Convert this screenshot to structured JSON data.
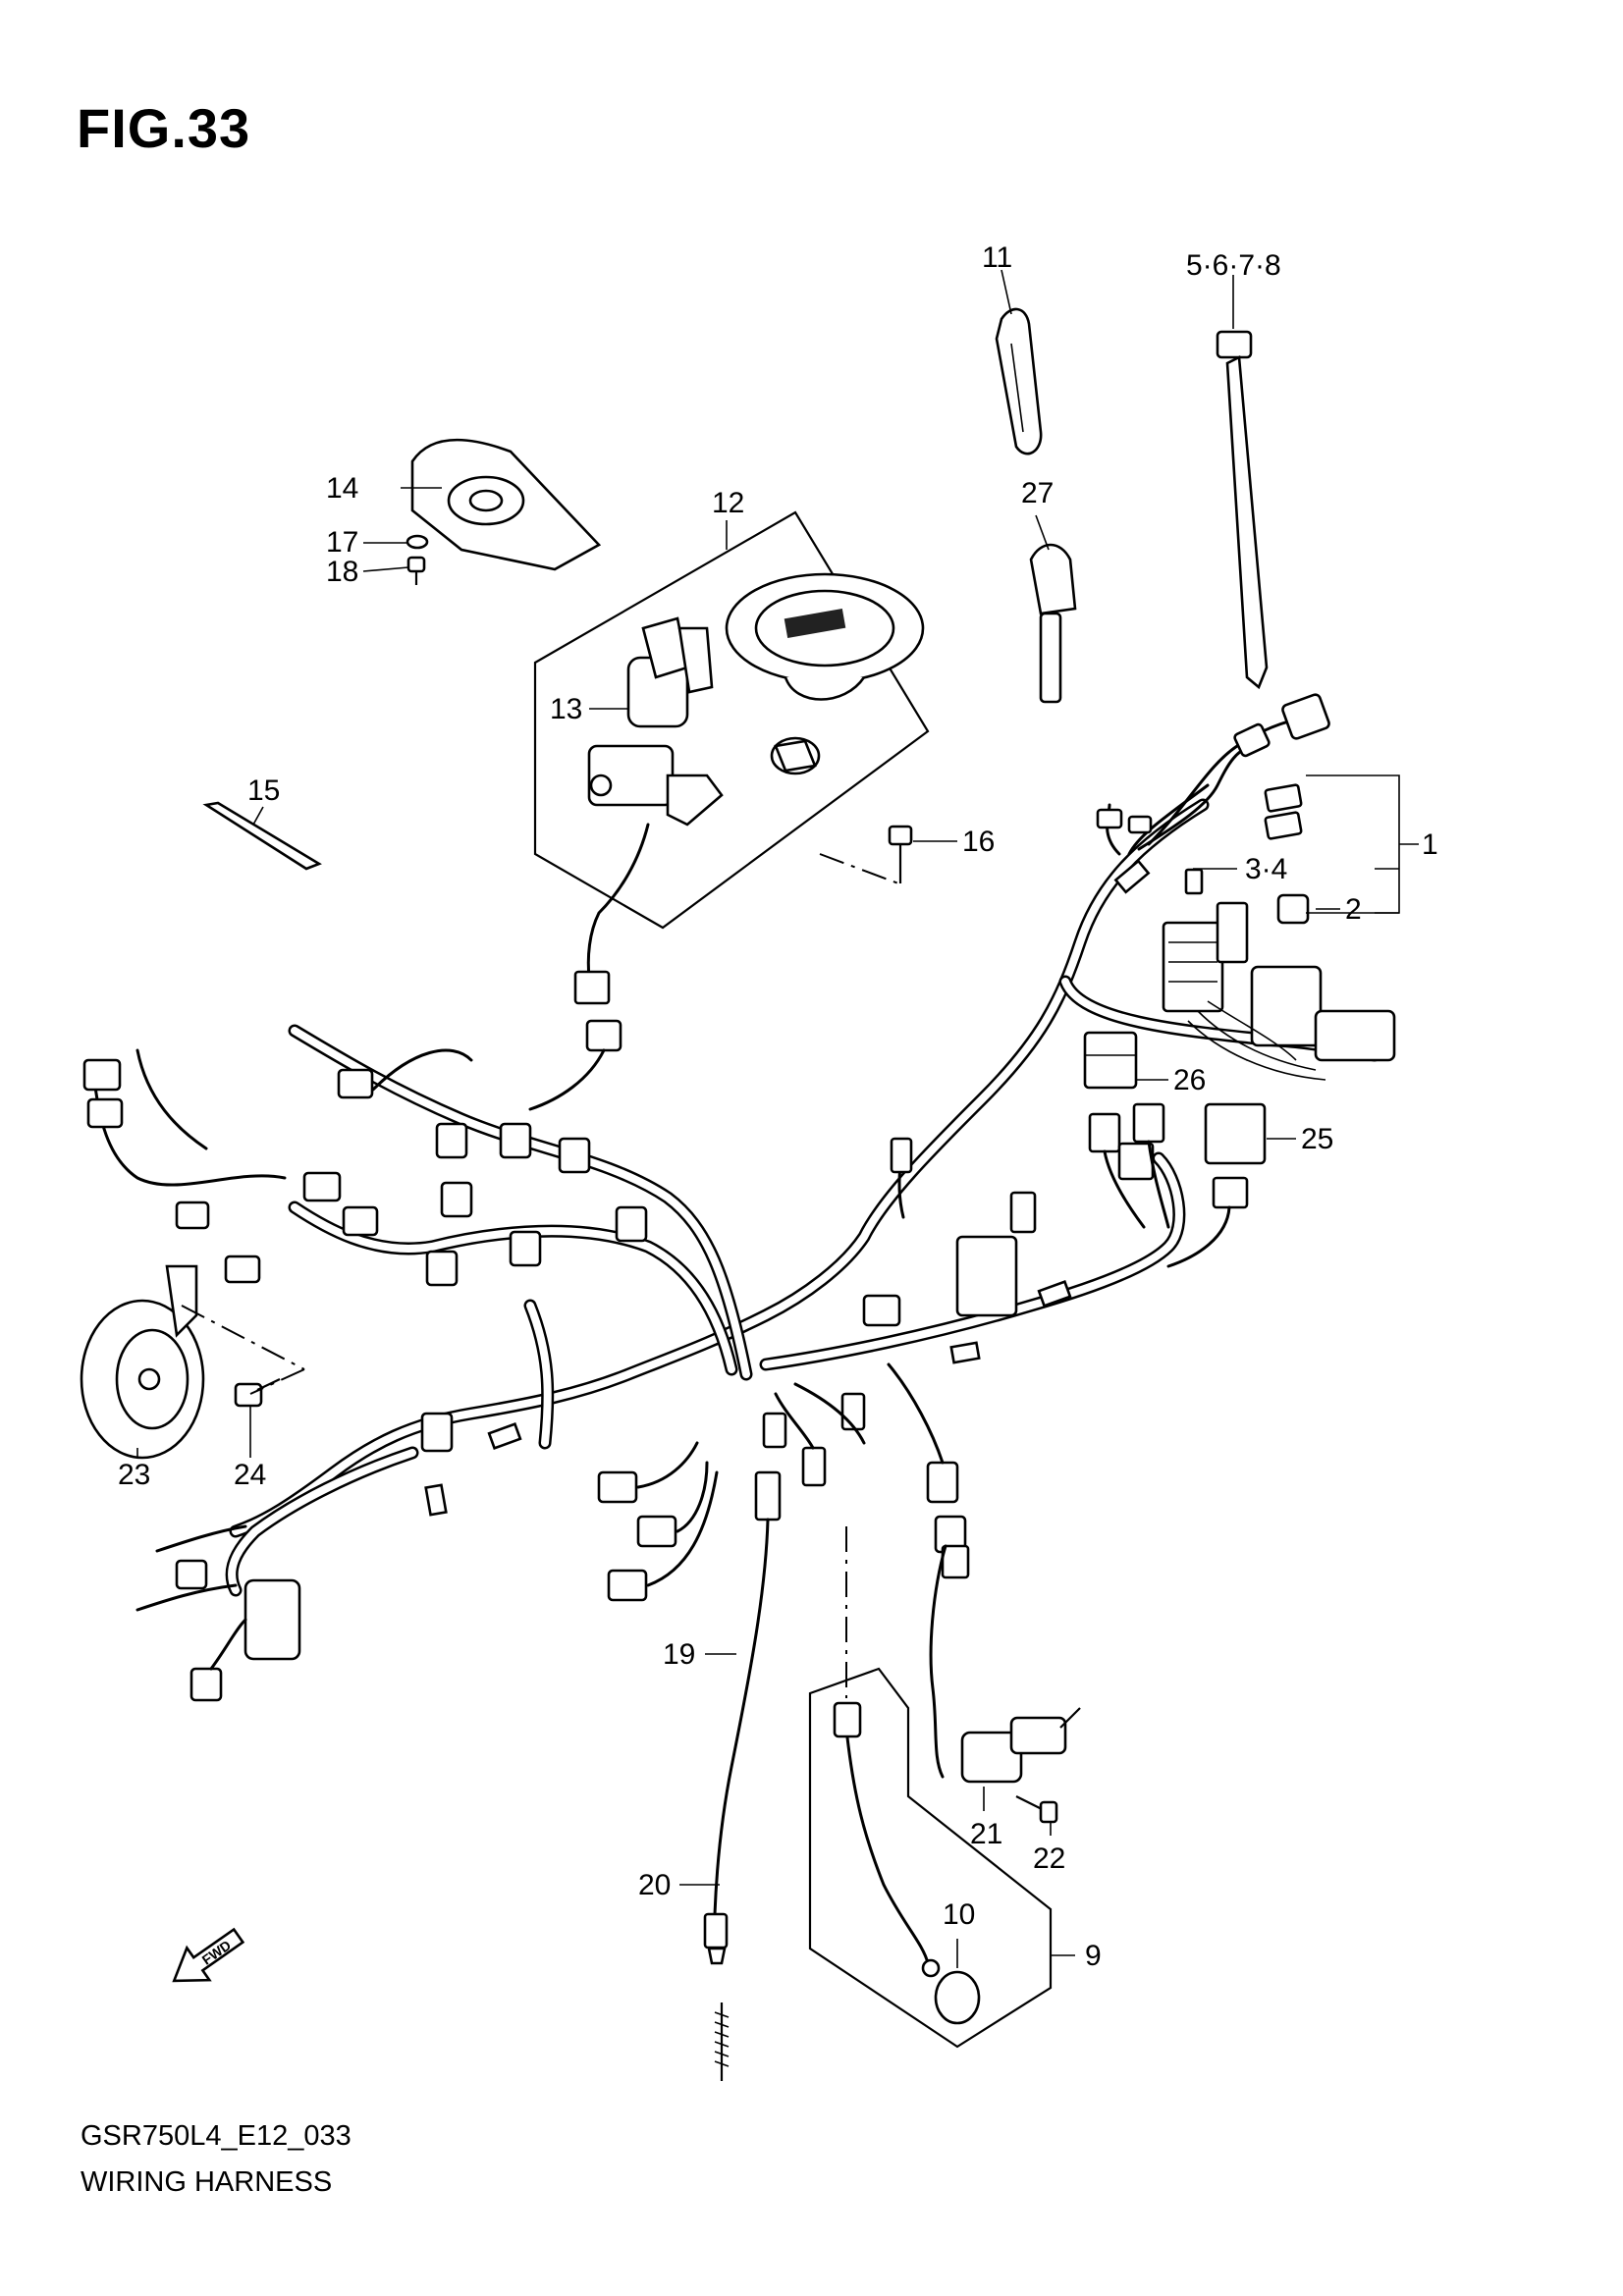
{
  "figure": {
    "title": "FIG.33",
    "code": "GSR750L4_E12_033",
    "name": "WIRING HARNESS",
    "direction_label": "FWD"
  },
  "callouts": {
    "c1": "1",
    "c2": "2",
    "c3_4": "3·4",
    "c5_8": "5·6·7·8",
    "c9": "9",
    "c10": "10",
    "c11": "11",
    "c12": "12",
    "c13": "13",
    "c14": "14",
    "c15": "15",
    "c16": "16",
    "c17": "17",
    "c18": "18",
    "c19": "19",
    "c20": "20",
    "c21": "21",
    "c22": "22",
    "c23": "23",
    "c24": "24",
    "c25": "25",
    "c26": "26",
    "c27": "27"
  },
  "colors": {
    "ink": "#000000",
    "paper": "#ffffff"
  }
}
